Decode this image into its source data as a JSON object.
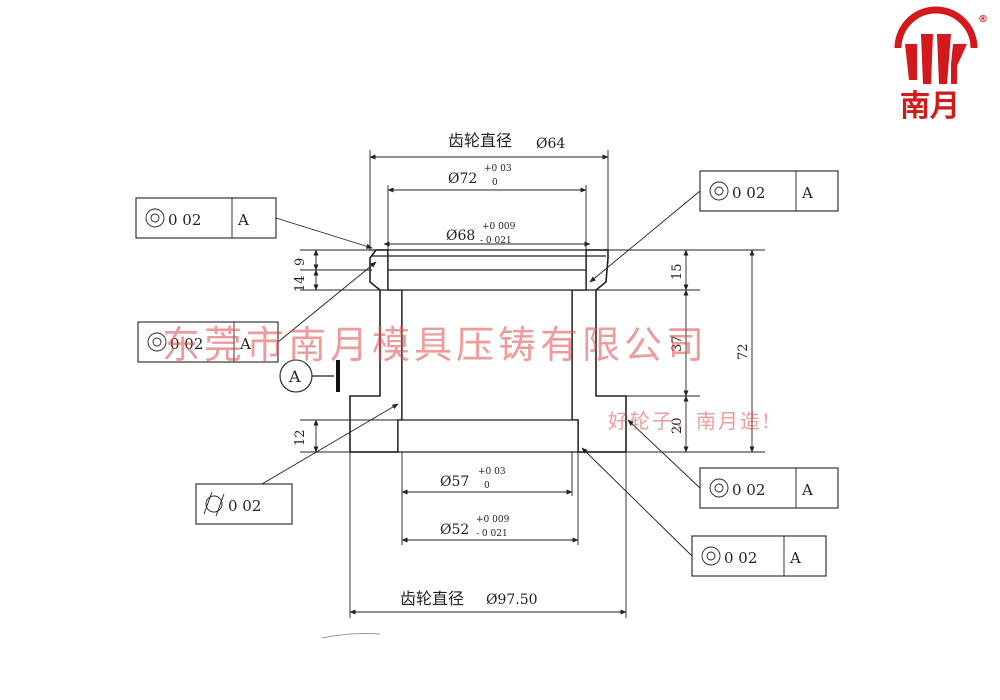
{
  "drawing": {
    "dims": {
      "top_gear": "齿轮直径",
      "top_gear_value": "Ø64",
      "d72": "Ø72",
      "d72_tol_up": "+0 03",
      "d72_tol_low": "0",
      "d68": "Ø68",
      "d68_tol_up": "+0 009",
      "d68_tol_low": "- 0 021",
      "d57": "Ø57",
      "d57_tol_up": "+0 03",
      "d57_tol_low": "0",
      "d52": "Ø52",
      "d52_tol_up": "+0 009",
      "d52_tol_low": "- 0 021",
      "bottom_gear": "齿轮直径",
      "bottom_gear_value": "Ø97.50",
      "h9": "9",
      "h14": "14",
      "h12": "12",
      "h15": "15",
      "h37": "37",
      "h20": "20",
      "h72": "72"
    },
    "datum": "A",
    "frames": [
      {
        "symbol": "concentricity",
        "value": "0 02",
        "datum": "A"
      },
      {
        "symbol": "concentricity",
        "value": "0 02",
        "datum": "A"
      },
      {
        "symbol": "concentricity",
        "value": "0 02",
        "datum": "A"
      },
      {
        "symbol": "cylindricity",
        "value": "0 02",
        "datum": ""
      },
      {
        "symbol": "concentricity",
        "value": "0 02",
        "datum": "A"
      },
      {
        "symbol": "concentricity",
        "value": "0 02",
        "datum": "A"
      }
    ]
  },
  "watermark": {
    "company": "东莞市南月模具压铸有限公司",
    "slogan": "好轮子，南月造!"
  },
  "logo": {
    "text": "南月",
    "registered": "®",
    "brand_color": "#d3191c"
  }
}
